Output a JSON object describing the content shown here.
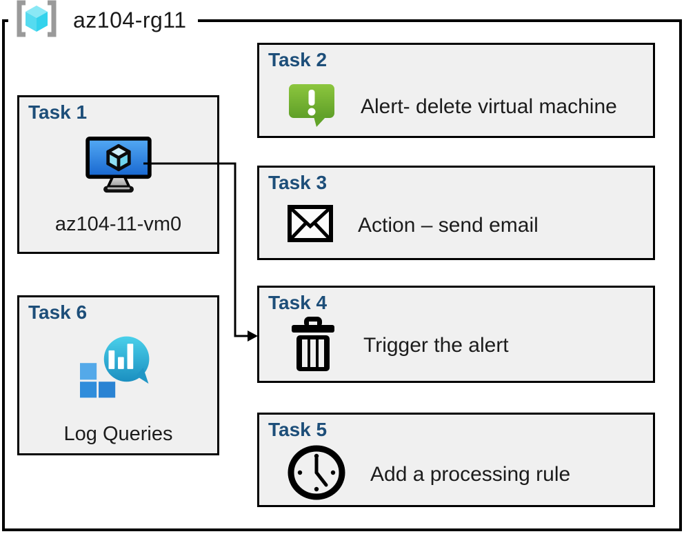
{
  "header": {
    "group_name": "az104-rg11",
    "icon": "resource-group-icon"
  },
  "tasks": [
    {
      "title": "Task 1",
      "label": "az104-11-vm0",
      "icon": "virtual-machine-icon"
    },
    {
      "title": "Task 2",
      "label": "Alert- delete virtual machine",
      "icon": "alert-icon"
    },
    {
      "title": "Task 3",
      "label": "Action – send email",
      "icon": "email-icon"
    },
    {
      "title": "Task 4",
      "label": "Trigger the alert",
      "icon": "trash-icon"
    },
    {
      "title": "Task 5",
      "label": "Add a processing rule",
      "icon": "clock-icon"
    },
    {
      "title": "Task 6",
      "label": "Log Queries",
      "icon": "log-queries-icon"
    }
  ],
  "connector": {
    "from": "task-1-virtual-machine",
    "to": "task-4-box",
    "color": "#000000"
  },
  "colors": {
    "task_title": "#1d4e79",
    "box_background": "#f0f0f0",
    "box_border": "#000000",
    "alert_green": "#76b82a",
    "vm_screen_blue": "#2f84e0",
    "log_bubble_teal": "#2bb0d9",
    "log_square_blue": "#3090dd",
    "rg_cube_cyan": "#55dbf0",
    "rg_bracket_gray": "#9a9a9a"
  }
}
